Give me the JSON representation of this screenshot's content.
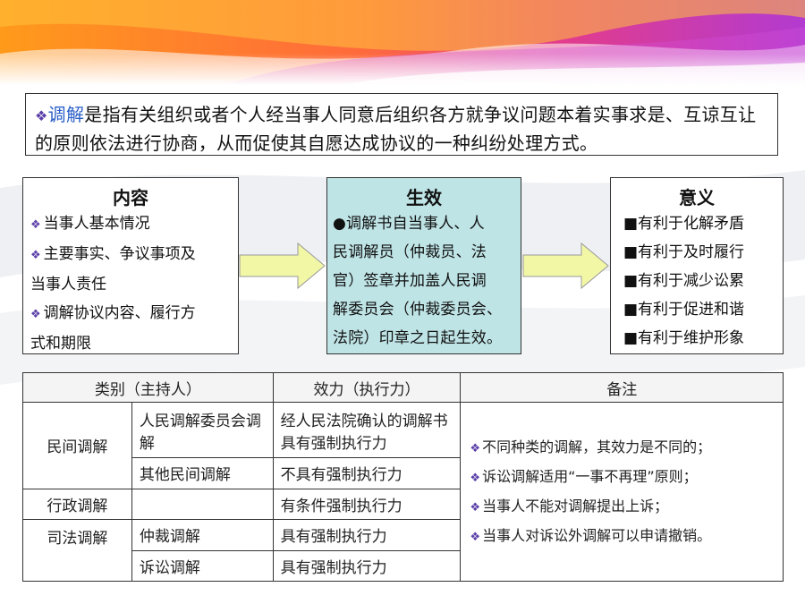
{
  "intro": {
    "bullet": "❖",
    "term": "调解",
    "text": "是指有关组织或者个人经当事人同意后组织各方就争议问题本着实事求是、互谅互让的原则依法进行协商，从而促使其自愿达成协议的一种纠纷处理方式。"
  },
  "content": {
    "title": "内容",
    "items": [
      "当事人基本情况",
      "主要事实、争议事项及",
      "当事人责任",
      "调解协议内容、履行方",
      "式和期限"
    ]
  },
  "effect": {
    "title": "生效",
    "lines": [
      "●调解书自当事人、人",
      "民调解员（仲裁员、法",
      "官）签章并加盖人民调",
      "解委员会（仲裁委员会、",
      "法院）印章之日起生效。"
    ]
  },
  "meaning": {
    "title": "意义",
    "items": [
      "■有利于化解矛盾",
      "■有利于及时履行",
      "■有利于减少讼累",
      "■有利于促进和谐",
      "■有利于维护形象"
    ]
  },
  "table": {
    "headers": [
      "类别（主持人）",
      "效力（执行力）",
      "备注"
    ],
    "rows": {
      "civil": {
        "category": "民间调解",
        "sub1": "人民调解委员会调解",
        "eff1": "经人民法院确认的调解书具有强制执行力",
        "sub2": "其他民间调解",
        "eff2": "不具有强制执行力"
      },
      "admin": {
        "category": "行政调解",
        "eff": "有条件强制执行力"
      },
      "judicial": {
        "category": "司法调解",
        "sub1": "仲裁调解",
        "eff1": "具有强制执行力",
        "sub2": "诉讼调解",
        "eff2": "具有强制执行力"
      }
    },
    "notes": [
      "不同种类的调解，其效力是不同的；",
      "诉讼调解适用“一事不再理”原则；",
      "当事人不能对调解提出上诉；",
      "当事人对诉讼外调解可以申请撤销。"
    ]
  },
  "colors": {
    "arrow_fill": "#f2f7a6",
    "effect_bg": "#bfe4e6",
    "bullet": "#5a3fa8",
    "highlight": "#2b5fc7"
  }
}
